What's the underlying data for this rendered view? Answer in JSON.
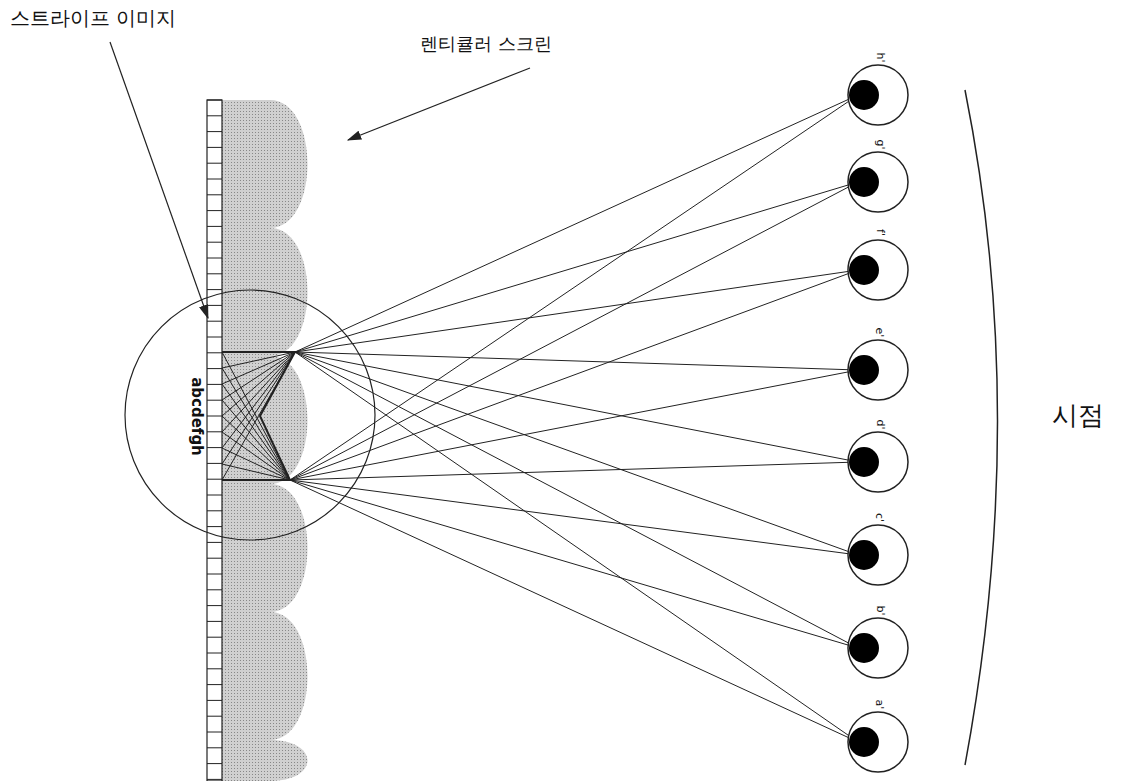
{
  "diagram": {
    "labels": [
      "스트라이프 이미지",
      "렌티큘러 스크린",
      "시점",
      "abcdefgh",
      "h'",
      "g'",
      "f'",
      "e'",
      "d'",
      "c'",
      "b'",
      "a'"
    ]
  }
}
